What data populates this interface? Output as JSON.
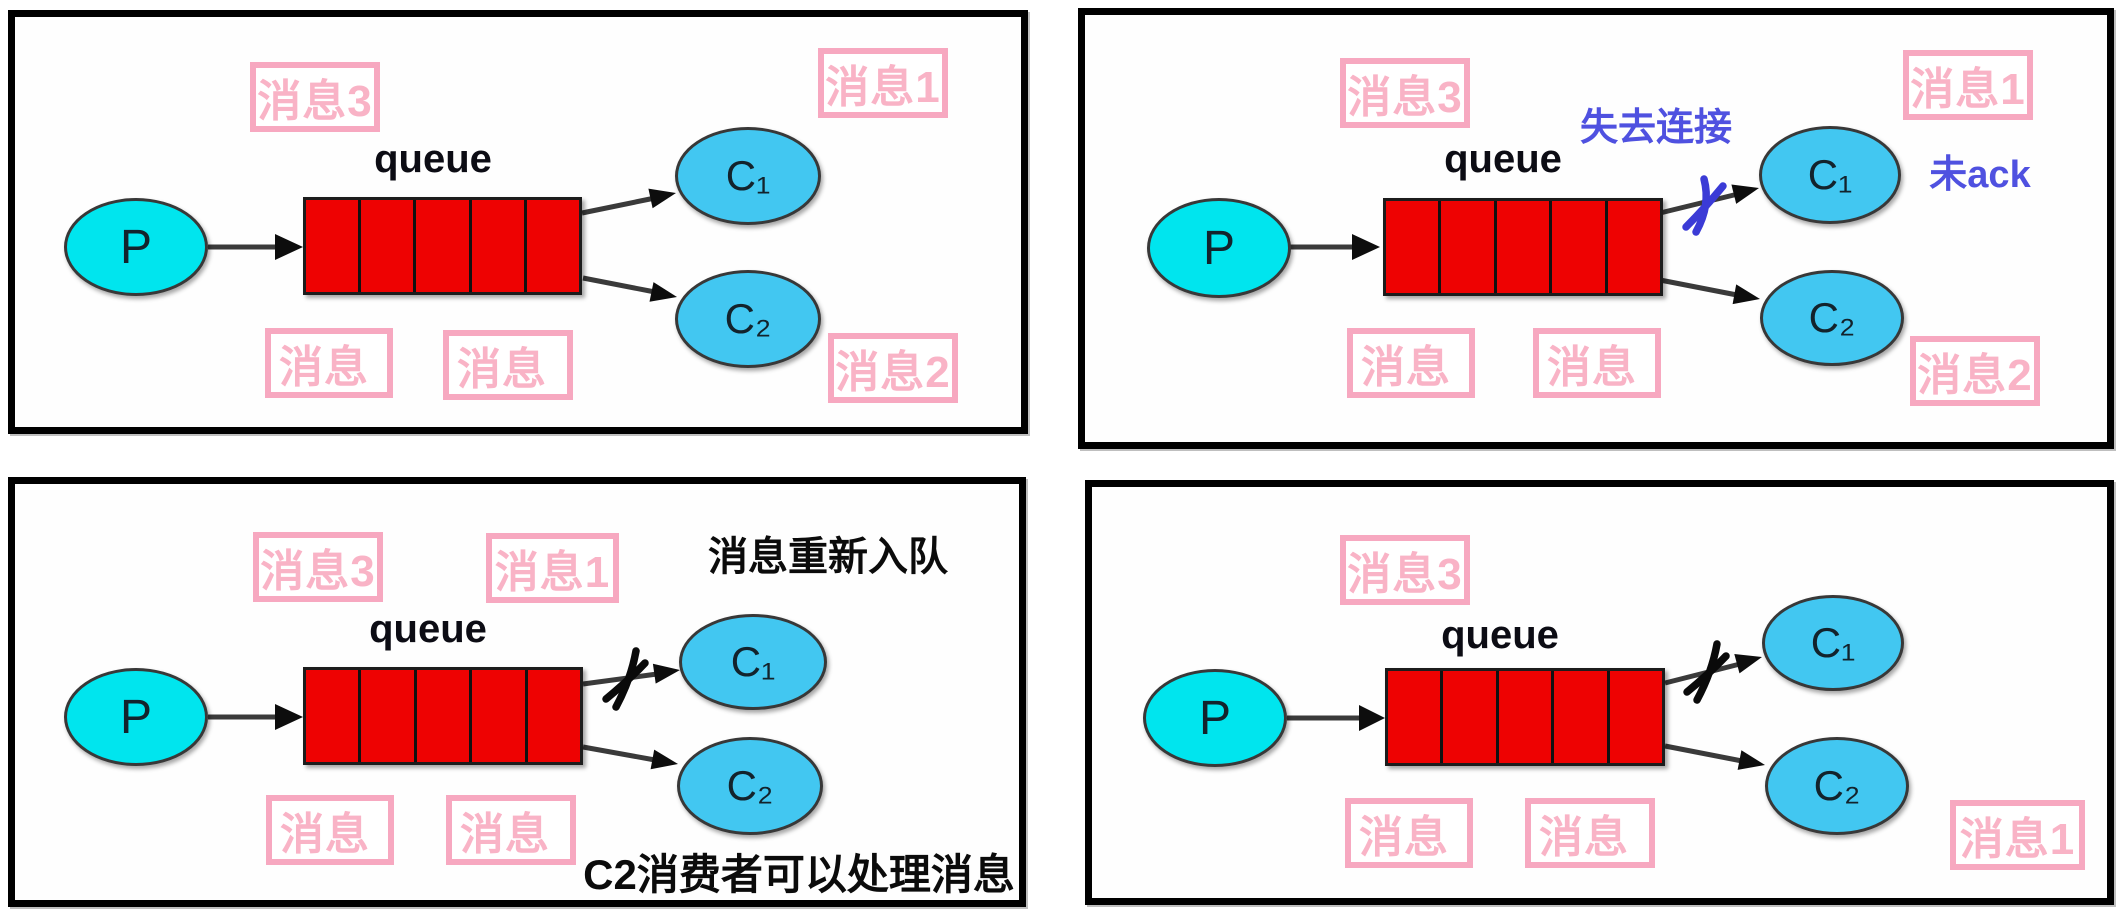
{
  "diagram_title": "message queue acknowledgement diagram",
  "colors": {
    "panel_border": "#000000",
    "queue_fill": "#ee0202",
    "producer_fill": "#00e5ee",
    "consumer_fill": "#42c7f1",
    "pink_label": "#f7a8c0",
    "blue_annotation": "#4f51e0",
    "black_annotation": "#0b0b0b",
    "arrow": "#3a3a3a"
  },
  "panels": [
    {
      "name": "work-queue-normal",
      "queue_label": "queue",
      "producer": "P",
      "consumer1": "C₁",
      "consumer2": "C₂",
      "labels": {
        "top_left": "消息3",
        "top_right": "消息1",
        "bottom_1": "消息",
        "bottom_2": "消息",
        "bottom_right": "消息2"
      }
    },
    {
      "name": "consumer-lost-connection",
      "queue_label": "queue",
      "producer": "P",
      "consumer1": "C₁",
      "consumer2": "C₂",
      "labels": {
        "top_left": "消息3",
        "top_right": "消息1",
        "bottom_1": "消息",
        "bottom_2": "消息",
        "bottom_right": "消息2"
      },
      "annotations": {
        "lost_connection": "失去连接",
        "not_acked": "未ack"
      }
    },
    {
      "name": "message-requeued",
      "queue_label": "queue",
      "producer": "P",
      "consumer1": "C₁",
      "consumer2": "C₂",
      "labels": {
        "top_left": "消息3",
        "top_mid": "消息1",
        "bottom_1": "消息",
        "bottom_2": "消息"
      },
      "annotations": {
        "requeue": "消息重新入队",
        "c2_note": "C2消费者可以处理消息"
      }
    },
    {
      "name": "c2-processes-message",
      "queue_label": "queue",
      "producer": "P",
      "consumer1": "C₁",
      "consumer2": "C₂",
      "labels": {
        "top_left": "消息3",
        "bottom_1": "消息",
        "bottom_2": "消息",
        "bottom_right": "消息1"
      }
    }
  ]
}
